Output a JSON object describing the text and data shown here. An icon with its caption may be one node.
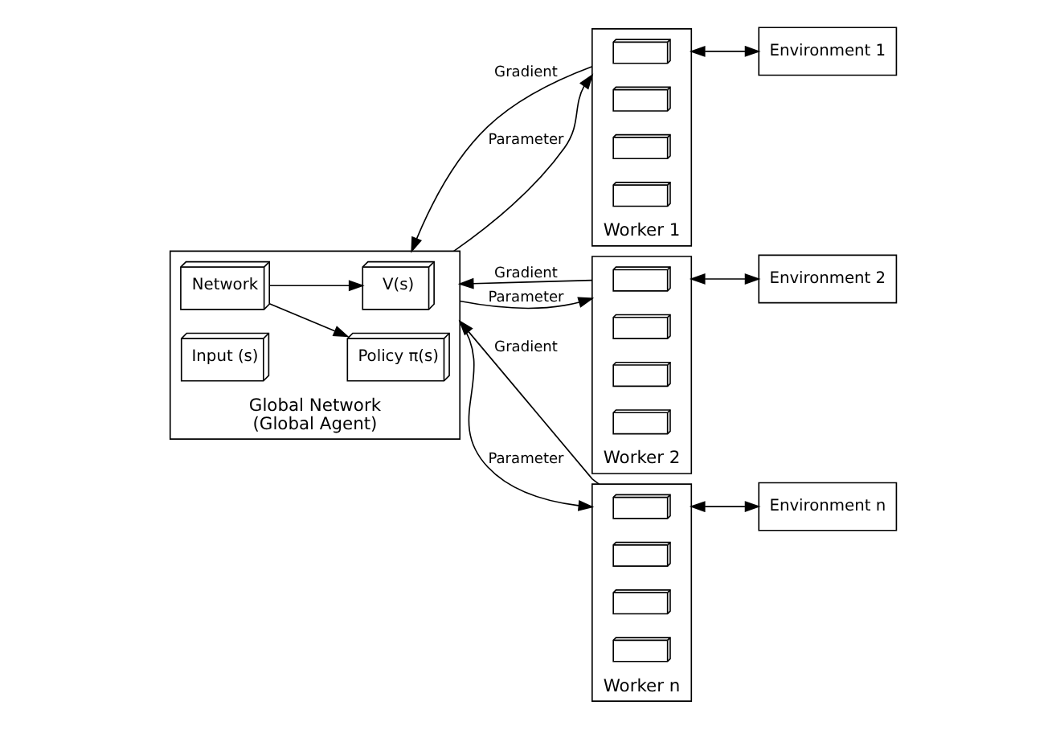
{
  "diagram": {
    "nodes": [
      {
        "text": [
          "Global Network",
          "(Global Agent)"
        ]
      },
      {
        "text": [
          "Policy π(s)"
        ],
        "in": 0
      },
      {
        "text": [
          "V(s)"
        ],
        "in": 0
      },
      {
        "text": [
          "Network"
        ],
        "in": 0
      },
      {
        "text": [
          "Input (s)"
        ],
        "in": 0
      },
      {
        "text": [
          "Worker 1"
        ]
      },
      {
        "text": [],
        "shape": "box",
        "in": 5
      },
      {
        "text": [],
        "shape": "box",
        "in": 5
      },
      {
        "text": [],
        "shape": "box",
        "in": 5
      },
      {
        "text": [],
        "shape": "box",
        "in": 5
      },
      {
        "text": [
          "Environment 1"
        ]
      },
      {
        "text": [
          "Worker 2"
        ]
      },
      {
        "text": [],
        "shape": "box",
        "in": 11
      },
      {
        "text": [],
        "shape": "box",
        "in": 11
      },
      {
        "text": [],
        "shape": "box",
        "in": 11
      },
      {
        "text": [],
        "shape": "box",
        "in": 11
      },
      {
        "text": [
          "Environment 2"
        ]
      },
      {
        "text": [
          "Worker n"
        ]
      },
      {
        "text": [],
        "shape": "box",
        "in": 17
      },
      {
        "text": [],
        "shape": "box",
        "in": 17
      },
      {
        "text": [],
        "shape": "box",
        "in": 17
      },
      {
        "text": [],
        "shape": "box",
        "in": 17
      },
      {
        "text": [
          "Environment n"
        ]
      }
    ],
    "edges": [
      {
        "from": 3,
        "to": 1,
        "arrow": "to"
      },
      {
        "from": 3,
        "to": 2,
        "arrow": "to"
      },
      {
        "from": 5,
        "to": 0,
        "arrow": "to",
        "label": "Gradient"
      },
      {
        "from": 0,
        "to": 5,
        "arrow": "to",
        "label": "Parameter"
      },
      {
        "from": 11,
        "to": 0,
        "arrow": "to",
        "label": "Gradient"
      },
      {
        "from": 0,
        "to": 11,
        "arrow": "to",
        "label": "Parameter"
      },
      {
        "from": 17,
        "to": 0,
        "arrow": "to",
        "label": "Gradient"
      },
      {
        "from": 0,
        "to": 17,
        "arrow": "to",
        "label": "Parameter"
      },
      {
        "from": 5,
        "to": 10,
        "arrow": "both"
      },
      {
        "from": 11,
        "to": 16,
        "arrow": "both"
      },
      {
        "from": 17,
        "to": 22,
        "arrow": "both"
      }
    ]
  }
}
